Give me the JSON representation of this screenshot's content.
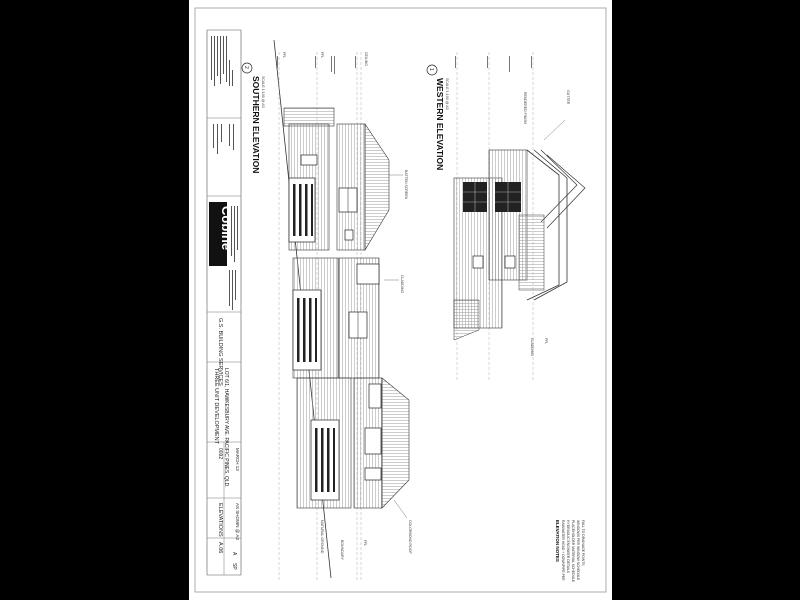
{
  "titles": {
    "southern": "SOUTHERN ELEVATION",
    "southern_scale": "SCALE 1:100 @ A3",
    "southern_num": "2",
    "western": "WESTERN ELEVATION",
    "western_scale": "SCALE 1:100 @ A3",
    "western_num": "1"
  },
  "title_block": {
    "logo": "Cobine",
    "company": "G.S. BUILDING SERVICES",
    "project": "THREE UNIT DEVELOPMENT",
    "address": "LOT 6/1, HAWKESBURY AVE. PACIFIC PINES, QLD.",
    "job_no": "0092",
    "date": "MARCH 13",
    "scale": "AS SHOWN @ A3",
    "drawing": "ELEVATIONS",
    "sheet": "A.06",
    "revision": "A",
    "drawn": "SP"
  },
  "notes": {
    "heading": "ELEVATION NOTES",
    "lines": [
      "RAINWATER HEAD + DOWNPIPE PER",
      "HYDRAULIC ENGINEER DETAILS",
      "PLACEHOLDER MATERIAL SCHEDULE",
      "WINDOWS PER WINDOW SCHEDULE",
      "FALL TO DRAINAGE POINTS"
    ]
  },
  "labels": {
    "ffl": "FFL",
    "ground": "NATURAL GROUND",
    "cladding": "CLADDING",
    "roof": "COLORBOND ROOF",
    "render": "RENDERED FINISH",
    "screen": "BATTEN SCREEN",
    "gutter": "GUTTER",
    "ceiling": "CEILING",
    "boundary": "BOUNDARY"
  }
}
